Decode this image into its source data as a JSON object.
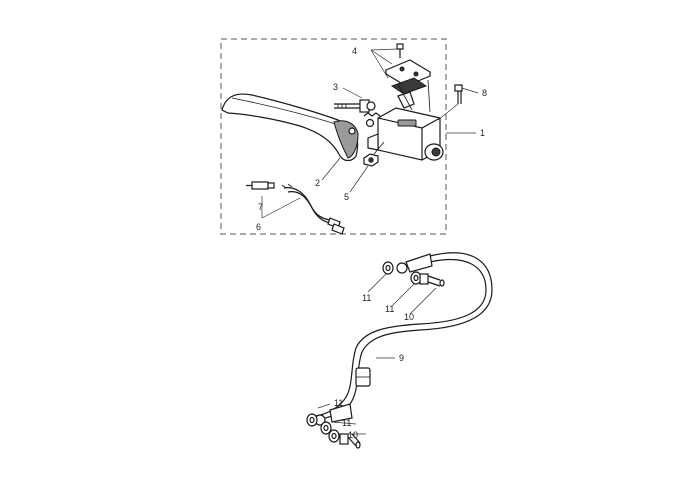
{
  "callouts": {
    "c1": "1",
    "c2": "2",
    "c3": "3",
    "c4": "4",
    "c5": "5",
    "c6": "6",
    "c7": "7",
    "c8": "8",
    "c9": "9",
    "c10a": "10",
    "c10b": "10",
    "c11a": "11",
    "c11b": "11",
    "c11c": "11",
    "c11d": "11"
  }
}
